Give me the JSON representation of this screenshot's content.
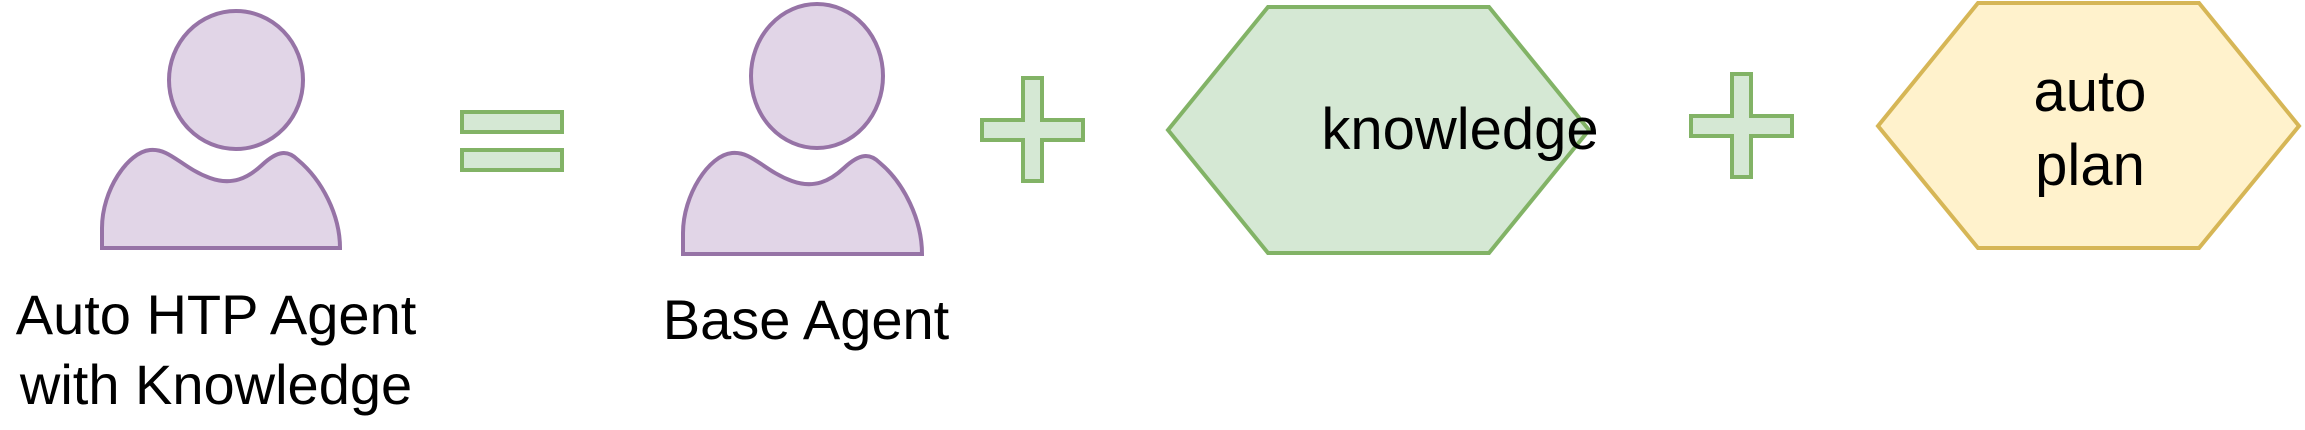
{
  "combined_agent": {
    "label_line1": "Auto HTP Agent",
    "label_line2": "with Knowledge",
    "icon": "person-icon"
  },
  "equals_operator": {
    "icon": "equals-icon"
  },
  "base_agent": {
    "label": "Base Agent",
    "icon": "person-icon"
  },
  "plus_operator_1": {
    "icon": "plus-icon"
  },
  "knowledge_block": {
    "label": "knowledge"
  },
  "plus_operator_2": {
    "icon": "plus-icon"
  },
  "auto_plan_block": {
    "label_line1": "auto",
    "label_line2": "plan"
  },
  "colors": {
    "person_fill": "#e1d5e7",
    "person_stroke": "#9673a6",
    "green_fill": "#d5e8d4",
    "green_stroke": "#82b366",
    "yellow_fill": "#fff2cc",
    "yellow_stroke": "#d6b656",
    "text": "#000000"
  }
}
